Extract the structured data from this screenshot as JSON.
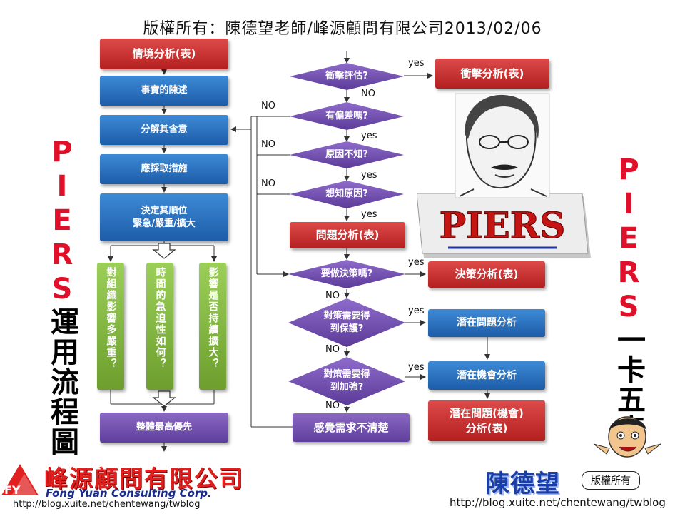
{
  "header": "版權所有：陳德望老師/峰源顧問有限公司2013/02/06",
  "left_title": {
    "accent": "PIERS",
    "rest": "運用流程圖"
  },
  "right_title": {
    "accent": "PIERS",
    "rest": "一卡五表"
  },
  "left_column": {
    "situation": "情境分析(表)",
    "facts": "事實的陳述",
    "decompose": "分解其含意",
    "measures": "應採取措施",
    "priority_line1": "決定其順位",
    "priority_line2": "緊急/嚴重/擴大",
    "criteria": [
      "對組織影響多嚴重？",
      "時間的急迫性如何？",
      "影響是否持續擴大？"
    ],
    "overall": "整體最高優先"
  },
  "diamonds": {
    "impact": "衝擊評估?",
    "deviation": "有偏差嗎?",
    "cause_unknown": "原因不知?",
    "want_cause": "想知原因?",
    "decision": "要做決策嗎?",
    "protect_line1": "對策需要得",
    "protect_line2": "到保護?",
    "strengthen_line1": "對策需要得",
    "strengthen_line2": "到加強?"
  },
  "results": {
    "impact_analysis": "衝擊分析(表)",
    "problem_analysis": "問題分析(表)",
    "decision_analysis": "決策分析(表)",
    "potential_problem": "潛在問題分析",
    "potential_opportunity": "潛在機會分析",
    "potential_table_line1": "潛在問題(機會)",
    "potential_table_line2": "分析(表)",
    "unclear_needs": "感覺需求不清楚"
  },
  "labels": {
    "yes": "yes",
    "no_lower": "NO",
    "no_upper": "NO"
  },
  "piers_logo": "PIERS",
  "company": {
    "logo_mark": "FY",
    "name_cn": "峰源顧問有限公司",
    "name_en": "Fong Yuan Consulting Corp.",
    "url": "http://blog.xuite.net/chentewang/twblog"
  },
  "author": {
    "name": "陳德望",
    "badge": "版權所有",
    "url": "http://blog.xuite.net/chentewang/twblog"
  }
}
